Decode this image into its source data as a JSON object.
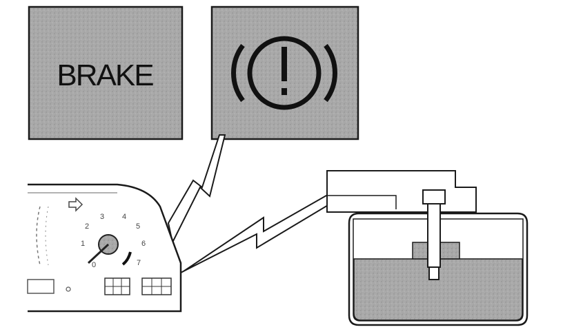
{
  "lamps": {
    "brake_text_lamp": {
      "label": "BRAKE"
    },
    "brake_symbol_lamp": {
      "symbol": "(!)"
    }
  },
  "cluster": {
    "tach_ticks": [
      "0",
      "1",
      "2",
      "3",
      "4",
      "5",
      "6",
      "7"
    ]
  },
  "colors": {
    "lamp_fill": "#a9a9a9",
    "fluid_fill": "#9d9d9d",
    "outline": "#1a1a1a"
  },
  "icons": [
    "brake-warning-symbol-icon",
    "lightning-bolt-icon",
    "turn-signal-arrow-icon",
    "float-sensor-icon"
  ]
}
